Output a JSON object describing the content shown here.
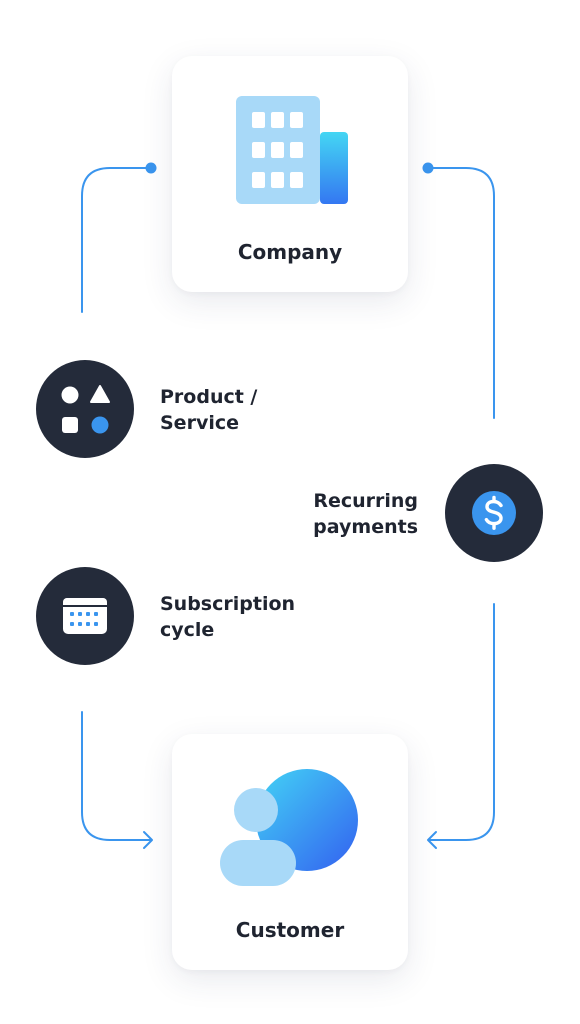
{
  "nodes": {
    "company": {
      "label": "Company"
    },
    "customer": {
      "label": "Customer"
    }
  },
  "steps": {
    "product_service": {
      "line1": "Product /",
      "line2": "Service"
    },
    "subscription_cycle": {
      "line1": "Subscription",
      "line2": "cycle"
    },
    "recurring_payments": {
      "line1": "Recurring",
      "line2": "payments"
    }
  },
  "icons": {
    "company": "building-icon",
    "customer": "customer-icon",
    "product_service": "shapes-icon",
    "subscription_cycle": "calendar-icon",
    "recurring_payments": "dollar-icon"
  },
  "colors": {
    "connector": "#3a95ee",
    "circle": "#242b3a",
    "accent": "#3a95ee",
    "text": "#1f2430"
  }
}
